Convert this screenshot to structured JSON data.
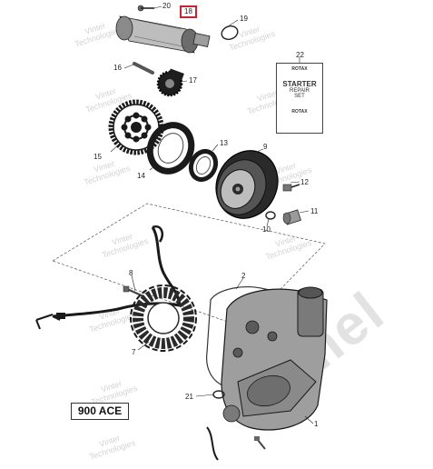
{
  "watermark": {
    "small_text": "Vinter\nTechnologies",
    "big_text": "Demel"
  },
  "callouts": {
    "c1": "1",
    "c2": "2",
    "c7": "7",
    "c8": "8",
    "c9": "9",
    "c10": "10",
    "c11": "11",
    "c12": "12",
    "c13": "13",
    "c14": "14",
    "c15": "15",
    "c16": "16",
    "c17": "17",
    "c18": "18",
    "c19": "19",
    "c20": "20",
    "c21": "21",
    "c22": "22"
  },
  "repair_card": {
    "brand_top": "ROTAX",
    "title": "STARTER",
    "subtitle_1": "REPAIR",
    "subtitle_2": "SET",
    "brand_bottom": "ROTAX"
  },
  "model_badge": "900 ACE",
  "colors": {
    "highlight": "#c4262e",
    "line": "#222222",
    "part_dark": "#1a1a1a"
  }
}
